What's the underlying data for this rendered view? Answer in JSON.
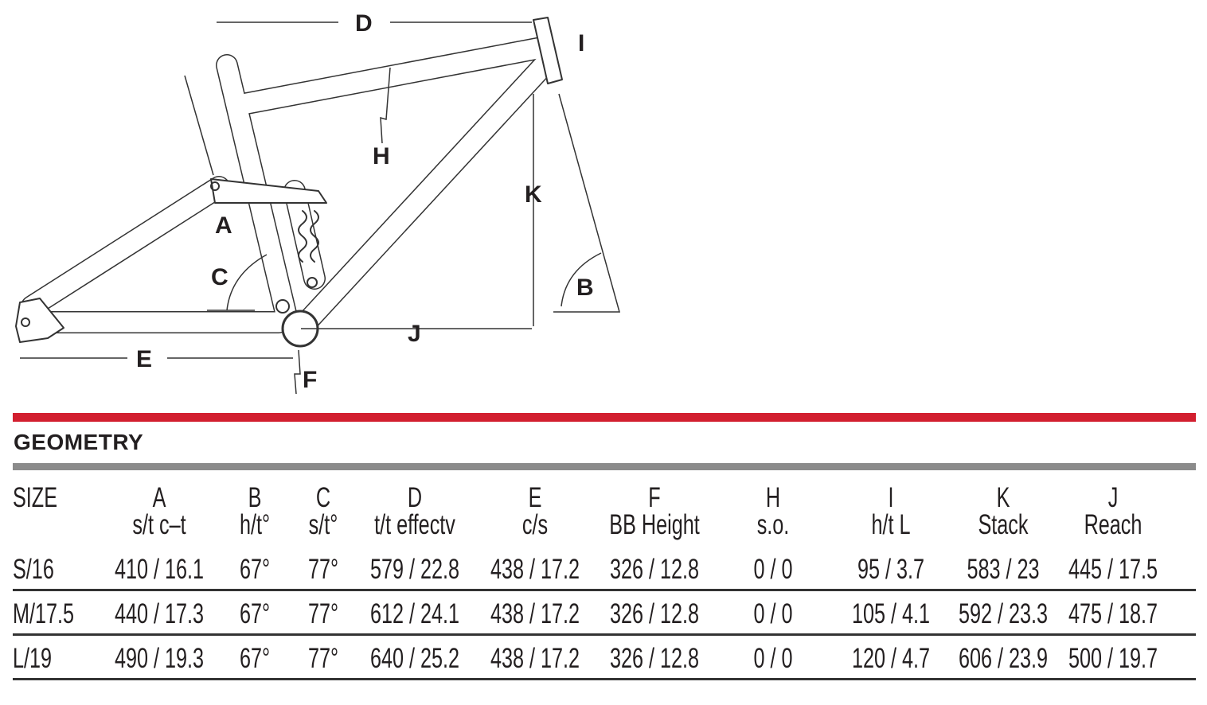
{
  "diagram": {
    "labels": {
      "A": "A",
      "B": "B",
      "C": "C",
      "D": "D",
      "E": "E",
      "F": "F",
      "H": "H",
      "I": "I",
      "J": "J",
      "K": "K"
    }
  },
  "section_title": "GEOMETRY",
  "colors": {
    "accent_bar": "#d21f2f",
    "divider_bar": "#8b8b8b",
    "text": "#231f20"
  },
  "table": {
    "columns": [
      {
        "letter": "SIZE",
        "label": ""
      },
      {
        "letter": "A",
        "label": "s/t c–t"
      },
      {
        "letter": "B",
        "label": "h/t°"
      },
      {
        "letter": "C",
        "label": "s/t°"
      },
      {
        "letter": "D",
        "label": "t/t effectv"
      },
      {
        "letter": "E",
        "label": "c/s"
      },
      {
        "letter": "F",
        "label": "BB Height"
      },
      {
        "letter": "H",
        "label": "s.o."
      },
      {
        "letter": "I",
        "label": "h/t L"
      },
      {
        "letter": "K",
        "label": "Stack"
      },
      {
        "letter": "J",
        "label": "Reach"
      }
    ],
    "rows": [
      [
        "S/16",
        "410 / 16.1",
        "67°",
        "77°",
        "579 / 22.8",
        "438 / 17.2",
        "326 / 12.8",
        "0 / 0",
        "95 / 3.7",
        "583 / 23",
        "445 / 17.5"
      ],
      [
        "M/17.5",
        "440 / 17.3",
        "67°",
        "77°",
        "612 / 24.1",
        "438 / 17.2",
        "326 / 12.8",
        "0 / 0",
        "105 / 4.1",
        "592 / 23.3",
        "475 / 18.7"
      ],
      [
        "L/19",
        "490 / 19.3",
        "67°",
        "77°",
        "640 / 25.2",
        "438 / 17.2",
        "326 / 12.8",
        "0 / 0",
        "120 / 4.7",
        "606 / 23.9",
        "500 / 19.7"
      ]
    ]
  }
}
